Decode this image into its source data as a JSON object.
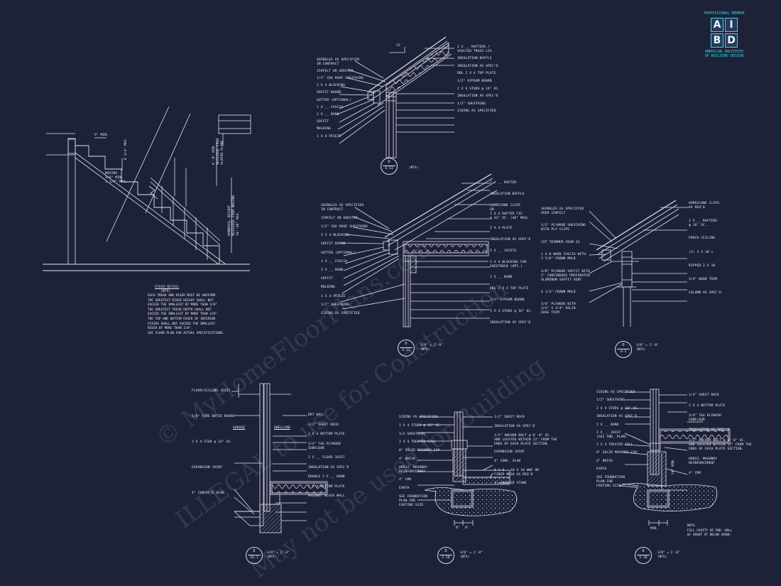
{
  "logo": {
    "title": "PROFESSIONAL MEMBER",
    "letters": [
      "A",
      "I",
      "B",
      "D"
    ],
    "subtitle": "AMERICAN INSTITUTE OF BUILDING DESIGN"
  },
  "watermark": {
    "line1": "© MyHomeFloorPlans.com",
    "line2": "ILLEGAL to use for Construction",
    "line3": "May not be used for Building"
  },
  "stair": {
    "dim_top": "5\" MIN.",
    "dim_side": "8 1/4\" MAX.",
    "nosing": "NOSING\n3/4\" MIN.\n1 1/4\" MAX.",
    "headroom": "6'-8\" MIN.\nMEASURED FROM\nSLOPED PLANE",
    "handrail": "HANDRAIL HEIGHT\nMEASURED FROM NOSING\n34\"-38\" MAX.",
    "title": "STAIR DETAIL",
    "nts": "(NTS)",
    "note": "EACH TREAD AND RISER MUST BE UNIFORM.\nTHE GREATEST RISER HEIGHT SHALL NOT\nEXCEED THE SMALLEST BY MORE THAN 3/8\".\nTHE GREATEST TREAD DEPTH SHALL NOT\nEXCEED THE SMALLEST BY MORE THAN 3/8\".\nTHE TOP AND BOTTOM RISER OF INTERIOR\nSTAIRS SHALL NOT EXCEED THE SMALLEST\nRISER BY MORE THAN 3/8\".\nSEE FLOOR PLAN FOR ACTUAL SPECIFICATIONS."
  },
  "d1": {
    "left": [
      "SHINGLES AS SPECIFIED\nIN CONTRACT",
      "15#FELT OR GREATER",
      "1/2\" CDX ROOF SHEATHING",
      "2 X 4 BLOCKING",
      "SOFFIT BOARD",
      "GUTTER (OPTIONAL)",
      "1 X __ FASCIA",
      "2 X __ BAND",
      "SOFFIT",
      "MOLDING",
      "1 X 4 FRIEZE"
    ],
    "right": [
      "2 X __ RAFTERS /\nVAULTED TRUSS LEG",
      "INSULATION BAFFLE",
      "INSULATION AS SPEC'D",
      "DBL 2 X 4 TOP PLATE",
      "1/2\" GYPSUM BOARD",
      "2 X 4 STUDS @ 16\" OC.",
      "INSULATION AS SPEC'D",
      "1/2\" SHEATHING",
      "SIDING AS SPECIFIED"
    ],
    "pitch": "12",
    "bubble_top": "D",
    "bubble_bot": "E-13",
    "scale": "(NTS)"
  },
  "d2": {
    "left": [
      "SHINGLES AS SPECIFIED\nIN CONTRACT",
      "15#FELT OR GREATER",
      "1/2\" CDX ROOF SHEATHING",
      "2 X 4 BLOCKING",
      "SOFFIT BOARD",
      "GUTTER (OPTIONAL)",
      "1 X __ FASCIA",
      "2 X __ BAND",
      "SOFFIT",
      "MOLDING",
      "1 X 4 FRIEZE",
      "1/2\" SHEATHING",
      "SIDING AS SPECIFIED"
    ],
    "right": [
      "2 X __ RAFTER",
      "INSULATION BAFFLE",
      "HURRICANE CLIPS\nOR\n2 X 4 RAFTER TIE\n@ 32\" OC. (48\" MAX)",
      "2 X 4 PLATE",
      "INSULATION AS SPEC'D",
      "2 X __ JOISTS",
      "2 X 4 BLOCKING FOR\nSHEETROCK (OPT.)",
      "2 X __ BAND",
      "DBL 2 X 4 TOP PLATE",
      "1/2\" GYPSUM BOARD",
      "2 X 4 STUDS @ 16\" OC.",
      "INSULATION AS SPEC'D"
    ],
    "bubble_top": "D",
    "bubble_bot": "E-13",
    "scale": "3/8\" = 1'-0\"\n(NTS)"
  },
  "d3": {
    "left": [
      "SHINGLES AS SPECIFIED\nOVER 15#FELT",
      "1/2\" PLYWOOD SHEATHING\nWITH PLY CLIPS",
      "CUT TRIMMER FROM 2X",
      "1 X 8 WOOD FASCIA WITH\n3 5/8\" CROWN MOLD",
      "3/8\" PLYWOOD SOFFIT WITH\n2\" CONTINUOUS PREFORATED\nALUMINUM SOFFIT VENT",
      "4 1/4\" CROWN MOLD",
      "3/4\" PLYWOOD WITH\n3/4\" X 3/4\" SOLID\nEDGE TRIM"
    ],
    "right": [
      "HURRICANE CLIPS\nAS REQ'D",
      "2 X __ RAFTERS\n@ 16\" OC.",
      "PORCH CEILING",
      "(2) 2 X 10's",
      "RIPPED 2 X 10",
      "3/4\" WOOD TRIM",
      "COLUMN AS SPEC'D."
    ],
    "bubble_top": "D",
    "bubble_bot": "A-1",
    "scale": "3/8\" = 1'-0\"\n(NTS)"
  },
  "d4": {
    "left": [
      "FLOOR/CEILING JOIST",
      "5/8\" FIRE RATED BOARD",
      "2 X 4 STUD @ 16\" OC.",
      "EXPANSION JOINT",
      "4\" CONCRETE SLAB"
    ],
    "right": [
      "DRY WALL",
      "1/2\" SHEET ROCK",
      "2 X 4 BOTTOM PLATE",
      "3/4\" T&G PLYWOOD\nSUBFLOOR",
      "2 X __ FLOOR JOIST",
      "INSULATION AS SPEC'D",
      "DOUBLE 2 X __ BAND",
      "2 X 4 BOTTOM PLATE",
      "MASONRY BLOCK WALL"
    ],
    "garage": "GARAGE",
    "dwelling": "DWELLING",
    "bubble_top": "D",
    "bubble_bot": "GG-1",
    "scale": "3/8\" = 1'-0\"\n(NTS)"
  },
  "d5": {
    "left": [
      "SIDING AS SPECIFIED",
      "2 X 4 STUDS @ 16\" OC.",
      "1/2 SHEATHING",
      "2 X 4 TREATED SILL",
      "8\" SOLID MASONRY CAP",
      "4\" BRICK",
      "HORIZ. MASONRY\nREINFORCEMENT",
      "4\" CMU",
      "EARTH",
      "SEE FOUNDATION\nPLAN FOR\nFOOTING SIZE"
    ],
    "right": [
      "1/2\" SHEET ROCK",
      "INSULATION AS SPEC'D",
      "1/2\" ANCHOR BOLT @ 6'-0\" OC.\nAND LOCATED WITHIN 12\" FROM THE\nENDS OF EACH PLATE SECTION.",
      "EXPANSION JOINT",
      "4\" CONC. SLAB",
      "6 X 6 - 10 X 10 WWF OR\nFIBER MESH AS REQ'D",
      "4\" CRUSHED STONE"
    ],
    "dims": [
      "8\"",
      "8\""
    ],
    "bubble_top": "D",
    "bubble_bot": "F-18",
    "scale": "3/8\" = 1'-0\"\n(NTS)"
  },
  "d6": {
    "left": [
      "SIDING AS SPECIFIED",
      "1/2\" SHEATHING",
      "2 X 4 STUDS @ 16\" OC.",
      "INSULATION AS SPEC'D",
      "2 X __ BAND",
      "2 X __ JOIST\n(SEE FND. PLAN)",
      "2 X 4 TREATED SILL",
      "8\" SOLID MASONRY CAP",
      "4\" BRICK",
      "EARTH",
      "SEE FOUNDATION\nPLAN FOR\nFOOTING SIZE"
    ],
    "right": [
      "1/2\" SHEET ROCK",
      "2 X 4 BOTTOM PLATE",
      "3/4\" T&G PLYWOOD\nSUBFLOOR",
      "INSULATION AS SPEC'D",
      "1/2\" ANCHOR BOLT @ 6'-0\" OC.\nAND LOCATED WITHIN 12\" FROM THE\nENDS OF EACH PLATE SECTION.",
      "HORIZ. MASONRY\nREINFORCEMENT",
      "4\" CMU"
    ],
    "min": "MIN.",
    "height": "24\" MIN.",
    "note": "NOTE:\nFILL CAVITY OF FND. WALL\nW/ GROUT AT BELOW GRADE",
    "bubble_top": "D",
    "bubble_bot": "F-18",
    "scale": "3/8\" = 1'-0\"\n(NTS)"
  },
  "colors": {
    "background": "#1e2238",
    "linework": "#dfe2ec",
    "logo": "#2ed8e6"
  }
}
